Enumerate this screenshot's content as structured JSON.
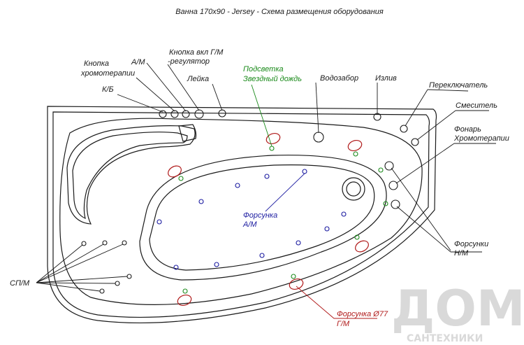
{
  "title": "Ванна 170x90 - Jersey - Схема размещения оборудования",
  "labels": {
    "knopka_chromo": [
      "Кнопка",
      "хромотерапии"
    ],
    "am": "А/М",
    "knopka_gm": [
      "Кнопка вкл Г/М",
      "-регулятор"
    ],
    "kb": "К/Б",
    "leyka": "Лейка",
    "podsvetka": [
      "Подсветка",
      "Звездный дождь"
    ],
    "vodozabor": "Водозабор",
    "izliv": "Излив",
    "pereklyuchatel": "Переключатель",
    "smesitel": "Смеситель",
    "fonar": [
      "Фонарь",
      "Хромотерапии"
    ],
    "forsunka_am": [
      "Форсунка",
      "А/М"
    ],
    "forsunki_nm": [
      "Форсунки",
      "Н/М"
    ],
    "sp_m": "СП/М",
    "forsunka_gm": [
      "Форсунка Ø77",
      "Г/М"
    ]
  },
  "watermark": {
    "logo": "ДОМ",
    "sub": "САНТЕХНИКИ"
  },
  "colors": {
    "line": "#1a1a1a",
    "green": "#1a8a1a",
    "blue": "#1a1aa0",
    "red": "#b01a1a",
    "watermark": "#d9d9d9"
  }
}
